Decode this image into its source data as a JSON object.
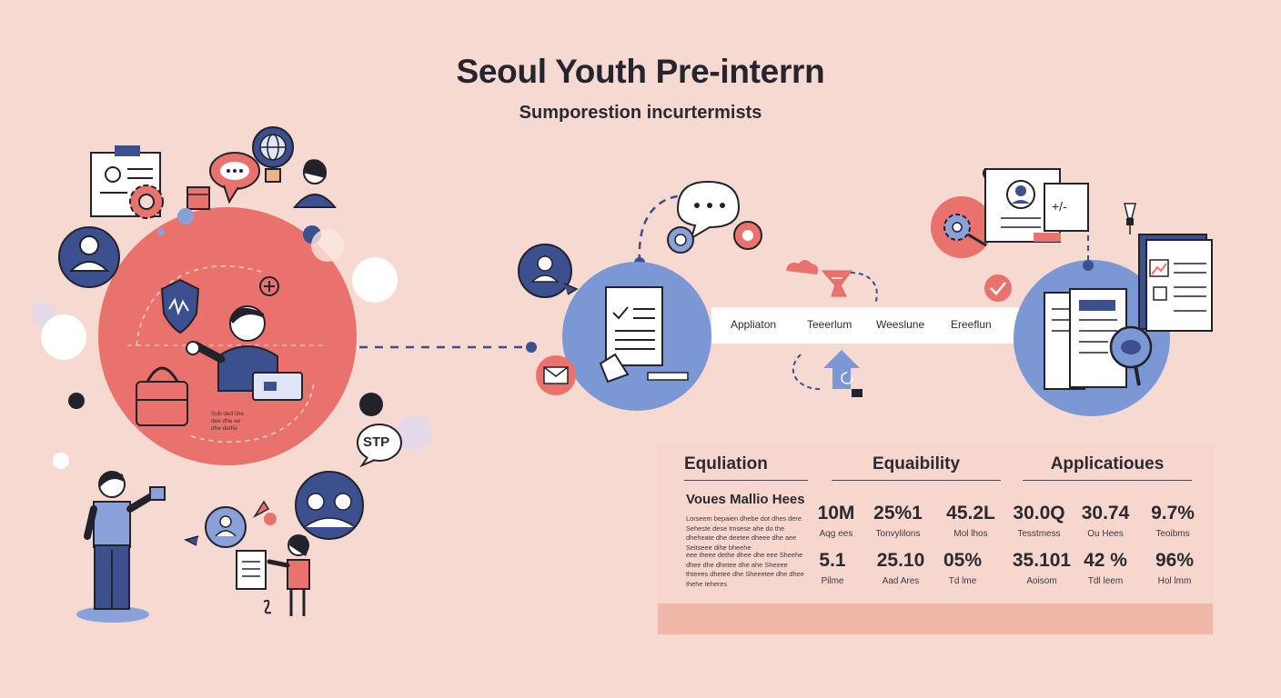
{
  "header": {
    "title": "Seoul Youth Pre-interrn",
    "subtitle": "Sumporestion incurtermists"
  },
  "process": {
    "stages": [
      "Appliaton",
      "Teeerlum",
      "Weeslune",
      "Ereeflun"
    ]
  },
  "left_cluster": {
    "note_lines": [
      "Sub ded lihe",
      "dee dhe ee",
      "dhe dethe"
    ],
    "bubble_label": "STP"
  },
  "stats": {
    "headers": [
      "Equliation",
      "Equaibility",
      "Applicatioues"
    ],
    "row_title": "Voues Mallio Hees",
    "description_1": "Lorseem bepaien dhebe dot dhes dere Seheste dese tmsese ahe do the dheheate dhe deetee dheee dhe aee Seitseee dihe bheehe",
    "description_2": "eee theee dethe dhee dhe eee Sheehe dhee dhe dhetee dhe ahe Sheeee thteees dhetee dhe Sheeetee dhe dhee thehe teheres",
    "values_row1": [
      "10M",
      "25%1",
      "45.2L",
      "30.0Q",
      "30.74",
      "9.7%"
    ],
    "labels_row1": [
      "Aqg ees",
      "Tonvylilons",
      "Mol lhos",
      "Tesstmess",
      "Ou Hees",
      "Teoibms"
    ],
    "values_row2": [
      "5.1",
      "25.10",
      "05%",
      "35.101",
      "42 %",
      "96%"
    ],
    "labels_row2": [
      "Pilme",
      "Aad Ares",
      "Td lme",
      "Aoisom",
      "Tdl leem",
      "Hol lmm"
    ]
  },
  "colors": {
    "background": "#f6d9d0",
    "coral": "#e9736c",
    "blue": "#7b97d4",
    "navy": "#3c4f8f"
  },
  "icons": [
    "person-icon",
    "gear-icon",
    "chat-icon",
    "globe-bulb-icon",
    "shield-icon",
    "bag-icon",
    "plus-icon",
    "document-icon",
    "mail-icon",
    "check-icon",
    "lamp-icon",
    "search-icon",
    "arrow-icon"
  ]
}
